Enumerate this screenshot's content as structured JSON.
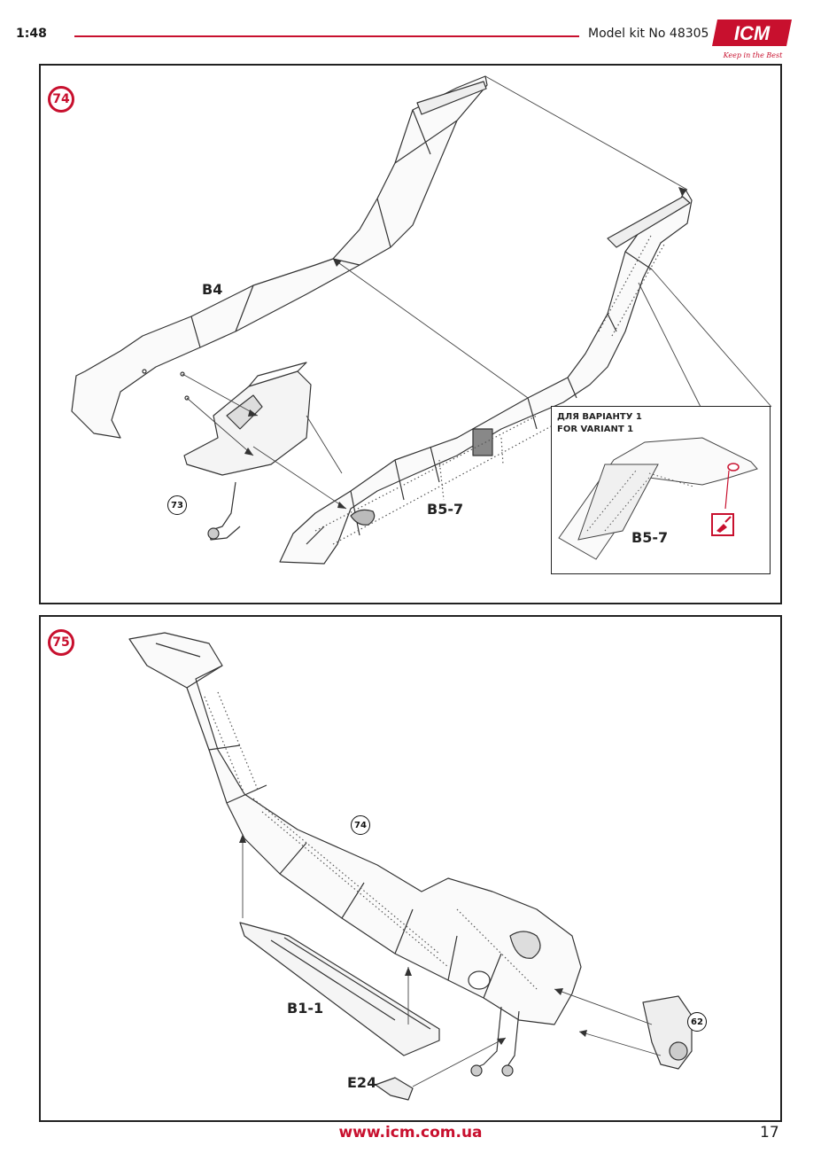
{
  "header": {
    "scale": "1:48",
    "kit_label": "Model kit No 48305",
    "logo_text": "ICM",
    "logo_tagline": "Keep in the Best",
    "accent": "#c8102e"
  },
  "steps": [
    {
      "number": "74",
      "parts": {
        "b4": "B4",
        "b5_7": "B5-7"
      },
      "subassembly": "73",
      "inset": {
        "title_ua": "ДЛЯ ВАРІАНТУ 1",
        "title_en": "FOR VARIANT 1",
        "part": "B5-7",
        "icon": "drill-icon"
      }
    },
    {
      "number": "75",
      "subassembly_top": "74",
      "subassembly_right": "62",
      "parts": {
        "b1_1": "B1-1",
        "e24": "E24"
      }
    }
  ],
  "footer": {
    "url": "www.icm.com.ua",
    "page": "17"
  }
}
